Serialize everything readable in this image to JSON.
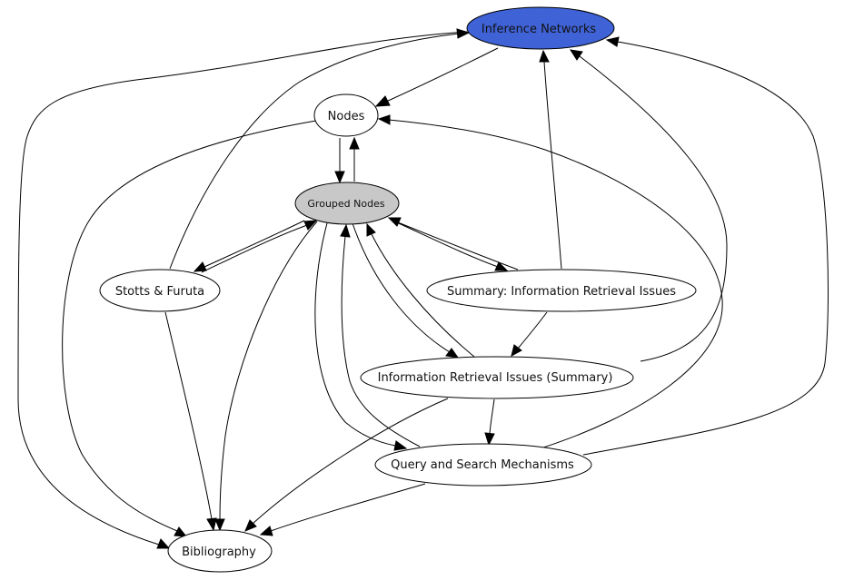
{
  "graph": {
    "nodes": {
      "inference_networks": {
        "label": "Inference Networks",
        "fill": "#3f62d6"
      },
      "nodes": {
        "label": "Nodes",
        "fill": "#ffffff"
      },
      "grouped_nodes": {
        "label": "Grouped Nodes",
        "fill": "#c8c8c8"
      },
      "stotts_furuta": {
        "label": "Stotts & Furuta",
        "fill": "#ffffff"
      },
      "summary_ir_issues": {
        "label": "Summary: Information Retrieval Issues",
        "fill": "#ffffff"
      },
      "ir_issues_summary": {
        "label": "Information Retrieval Issues (Summary)",
        "fill": "#ffffff"
      },
      "query_search": {
        "label": "Query and Search Mechanisms",
        "fill": "#ffffff"
      },
      "bibliography": {
        "label": "Bibliography",
        "fill": "#ffffff"
      }
    },
    "edges": [
      {
        "from": "inference_networks",
        "to": "nodes"
      },
      {
        "from": "inference_networks",
        "to": "bibliography"
      },
      {
        "from": "nodes",
        "to": "grouped_nodes"
      },
      {
        "from": "grouped_nodes",
        "to": "nodes"
      },
      {
        "from": "nodes",
        "to": "bibliography"
      },
      {
        "from": "grouped_nodes",
        "to": "stotts_furuta"
      },
      {
        "from": "stotts_furuta",
        "to": "grouped_nodes"
      },
      {
        "from": "stotts_furuta",
        "to": "inference_networks"
      },
      {
        "from": "stotts_furuta",
        "to": "bibliography"
      },
      {
        "from": "grouped_nodes",
        "to": "summary_ir_issues"
      },
      {
        "from": "summary_ir_issues",
        "to": "grouped_nodes"
      },
      {
        "from": "summary_ir_issues",
        "to": "inference_networks"
      },
      {
        "from": "summary_ir_issues",
        "to": "ir_issues_summary"
      },
      {
        "from": "grouped_nodes",
        "to": "ir_issues_summary"
      },
      {
        "from": "ir_issues_summary",
        "to": "grouped_nodes"
      },
      {
        "from": "ir_issues_summary",
        "to": "inference_networks"
      },
      {
        "from": "ir_issues_summary",
        "to": "query_search"
      },
      {
        "from": "ir_issues_summary",
        "to": "bibliography"
      },
      {
        "from": "grouped_nodes",
        "to": "query_search"
      },
      {
        "from": "query_search",
        "to": "grouped_nodes"
      },
      {
        "from": "query_search",
        "to": "nodes"
      },
      {
        "from": "query_search",
        "to": "inference_networks"
      },
      {
        "from": "query_search",
        "to": "bibliography"
      },
      {
        "from": "grouped_nodes",
        "to": "bibliography"
      }
    ]
  }
}
